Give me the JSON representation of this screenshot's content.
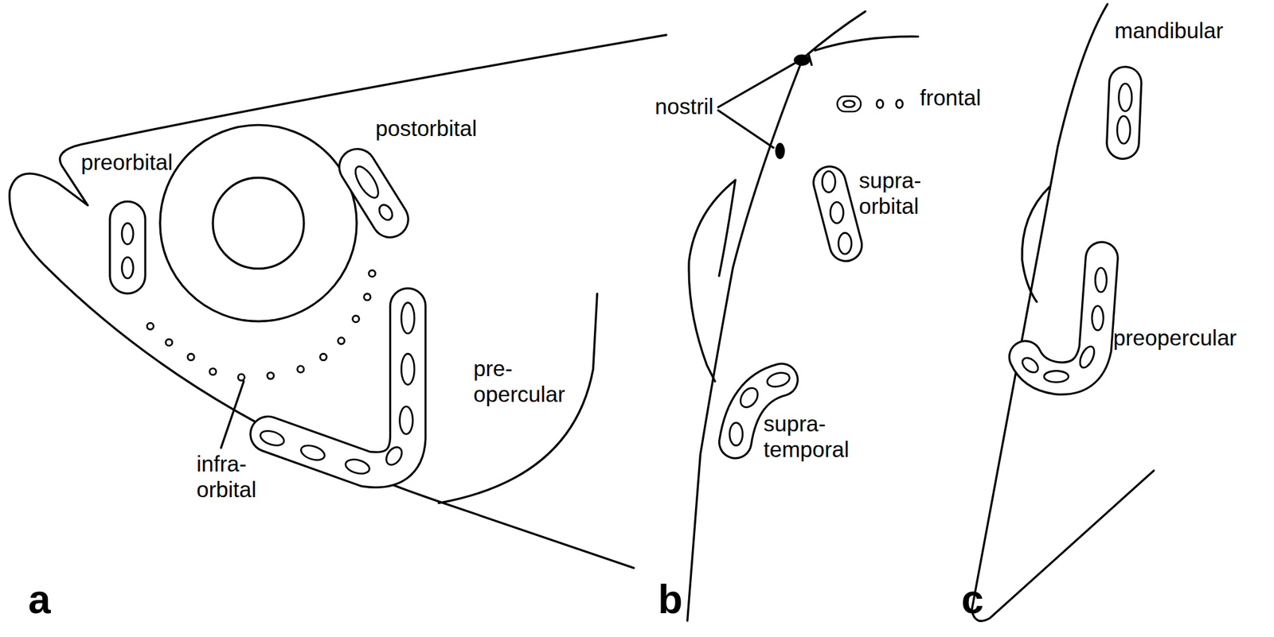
{
  "diagram": {
    "labels": [
      "preorbital",
      "postorbital",
      "pre- opercular",
      "infra- orbital",
      "nostril",
      "frontal",
      "supra- orbital",
      "supra- temporal",
      "mandibular",
      "preopercular",
      "a",
      "b",
      "c"
    ]
  }
}
